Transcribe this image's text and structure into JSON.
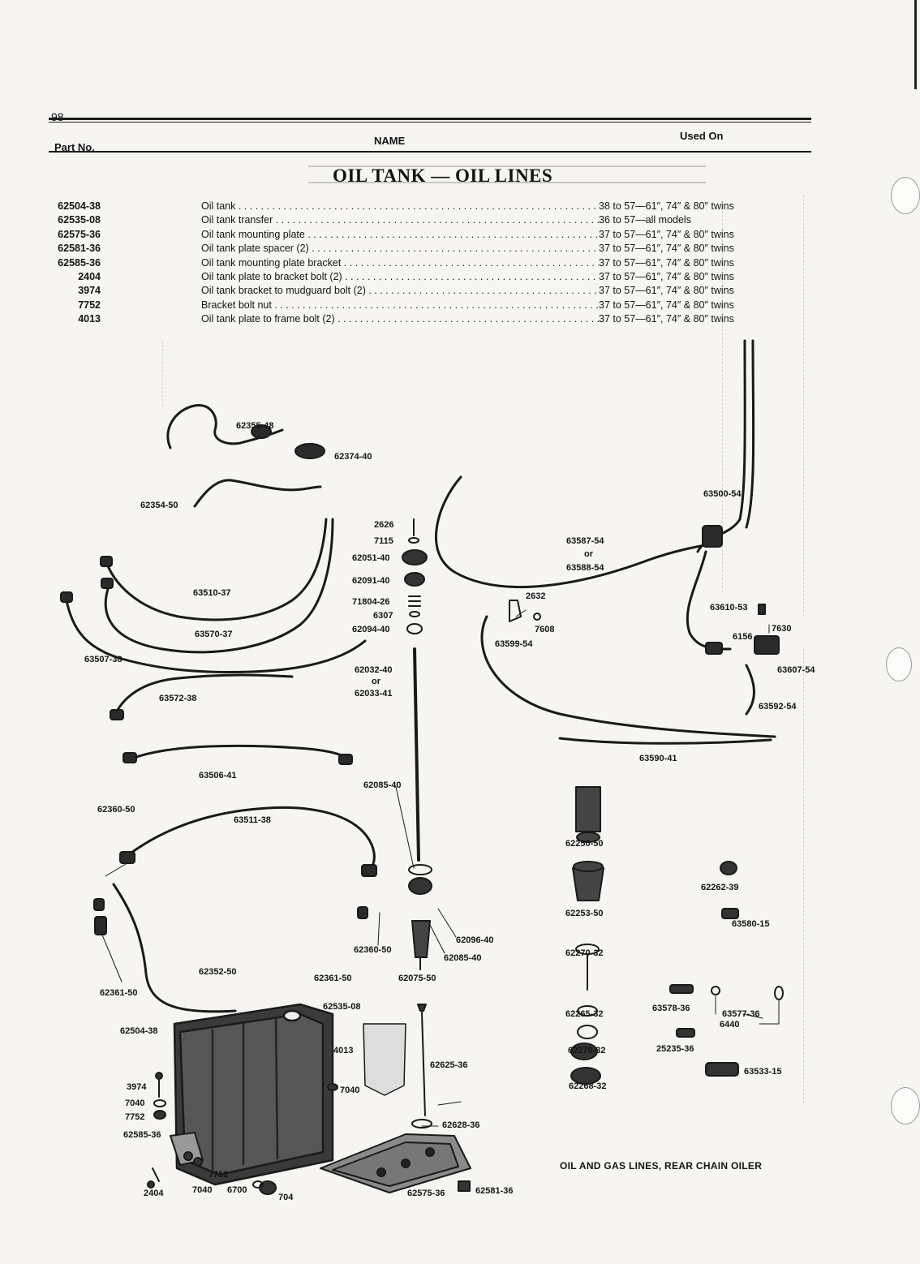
{
  "page": {
    "number": "98",
    "section_title": "OIL TANK — OIL LINES",
    "caption": "OIL AND GAS LINES, REAR CHAIN OILER"
  },
  "columns": {
    "part_no": "Part No.",
    "name": "NAME",
    "used_on": "Used On"
  },
  "parts_list": [
    {
      "part": "62504-38",
      "name": "Oil tank",
      "used_on": "38 to 57—61″, 74″ & 80″ twins"
    },
    {
      "part": "62535-08",
      "name": "Oil tank transfer",
      "used_on": "36 to 57—all models"
    },
    {
      "part": "62575-36",
      "name": "Oil tank mounting plate",
      "used_on": "37 to 57—61″, 74″ & 80″ twins"
    },
    {
      "part": "62581-36",
      "name": "Oil tank plate spacer (2)",
      "used_on": "37 to 57—61″, 74″ & 80″ twins"
    },
    {
      "part": "62585-36",
      "name": "Oil tank mounting plate bracket",
      "used_on": "37 to 57—61″, 74″ & 80″ twins"
    },
    {
      "part": "2404",
      "name": "Oil tank plate to bracket bolt (2)",
      "used_on": "37 to 57—61″, 74″ & 80″ twins"
    },
    {
      "part": "3974",
      "name": "Oil tank bracket to mudguard bolt (2)",
      "used_on": "37 to 57—61″, 74″ & 80″ twins"
    },
    {
      "part": "7752",
      "name": "Bracket bolt nut",
      "used_on": "37 to 57—61″, 74″ & 80″ twins"
    },
    {
      "part": "4013",
      "name": "Oil tank plate to frame bolt (2)",
      "used_on": "37 to 57—61″, 74″ & 80″ twins"
    }
  ],
  "diagram_labels": [
    {
      "id": "62355-48",
      "text": "62355-48"
    },
    {
      "id": "62374-40",
      "text": "62374-40"
    },
    {
      "id": "62354-50",
      "text": "62354-50"
    },
    {
      "id": "63510-37",
      "text": "63510-37"
    },
    {
      "id": "63570-37",
      "text": "63570-37"
    },
    {
      "id": "63507-38",
      "text": "63507-38"
    },
    {
      "id": "63572-38",
      "text": "63572-38"
    },
    {
      "id": "63506-41",
      "text": "63506-41"
    },
    {
      "id": "63511-38",
      "text": "63511-38"
    },
    {
      "id": "62360-50a",
      "text": "62360-50"
    },
    {
      "id": "62361-50a",
      "text": "62361-50"
    },
    {
      "id": "62352-50",
      "text": "62352-50"
    },
    {
      "id": "62361-50b",
      "text": "62361-50"
    },
    {
      "id": "62360-50b",
      "text": "62360-50"
    },
    {
      "id": "2626",
      "text": "2626"
    },
    {
      "id": "7115",
      "text": "7115"
    },
    {
      "id": "62051-40",
      "text": "62051-40"
    },
    {
      "id": "62091-40",
      "text": "62091-40"
    },
    {
      "id": "71804-26",
      "text": "71804-26"
    },
    {
      "id": "6307",
      "text": "6307"
    },
    {
      "id": "62094-40",
      "text": "62094-40"
    },
    {
      "id": "62032-40",
      "text": "62032-40"
    },
    {
      "id": "or-1",
      "text": "or"
    },
    {
      "id": "62033-41",
      "text": "62033-41"
    },
    {
      "id": "62085-40a",
      "text": "62085-40"
    },
    {
      "id": "62096-40",
      "text": "62096-40"
    },
    {
      "id": "62085-40b",
      "text": "62085-40"
    },
    {
      "id": "62075-50",
      "text": "62075-50"
    },
    {
      "id": "62535-08",
      "text": "62535-08"
    },
    {
      "id": "62504-38",
      "text": "62504-38"
    },
    {
      "id": "4013",
      "text": "4013"
    },
    {
      "id": "7040a",
      "text": "7040"
    },
    {
      "id": "62625-36",
      "text": "62625-36"
    },
    {
      "id": "62628-36",
      "text": "62628-36"
    },
    {
      "id": "3974",
      "text": "3974"
    },
    {
      "id": "7040b",
      "text": "7040"
    },
    {
      "id": "7752a",
      "text": "7752"
    },
    {
      "id": "62585-36",
      "text": "62585-36"
    },
    {
      "id": "7752b",
      "text": "7752"
    },
    {
      "id": "2404",
      "text": "2404"
    },
    {
      "id": "7040c",
      "text": "7040"
    },
    {
      "id": "6700",
      "text": "6700"
    },
    {
      "id": "704",
      "text": "704"
    },
    {
      "id": "62575-36",
      "text": "62575-36"
    },
    {
      "id": "62581-36",
      "text": "62581-36"
    },
    {
      "id": "63500-54",
      "text": "63500-54"
    },
    {
      "id": "63587-54",
      "text": "63587-54"
    },
    {
      "id": "or-2",
      "text": "or"
    },
    {
      "id": "63588-54",
      "text": "63588-54"
    },
    {
      "id": "2632",
      "text": "2632"
    },
    {
      "id": "7608",
      "text": "7608"
    },
    {
      "id": "63599-54",
      "text": "63599-54"
    },
    {
      "id": "63610-53",
      "text": "63610-53"
    },
    {
      "id": "7630",
      "text": "7630"
    },
    {
      "id": "6156",
      "text": "6156"
    },
    {
      "id": "63607-54",
      "text": "63607-54"
    },
    {
      "id": "63592-54",
      "text": "63592-54"
    },
    {
      "id": "63590-41",
      "text": "63590-41"
    },
    {
      "id": "62250-50",
      "text": "62250-50"
    },
    {
      "id": "62262-39",
      "text": "62262-39"
    },
    {
      "id": "62253-50",
      "text": "62253-50"
    },
    {
      "id": "63580-15",
      "text": "63580-15"
    },
    {
      "id": "62270-32a",
      "text": "62270-32"
    },
    {
      "id": "63578-36",
      "text": "63578-36"
    },
    {
      "id": "63577-36",
      "text": "63577-36"
    },
    {
      "id": "6440",
      "text": "6440"
    },
    {
      "id": "62265-32",
      "text": "62265-32"
    },
    {
      "id": "62270-32b",
      "text": "62270-32"
    },
    {
      "id": "25235-36",
      "text": "25235-36"
    },
    {
      "id": "63533-15",
      "text": "63533-15"
    },
    {
      "id": "62268-32",
      "text": "62268-32"
    }
  ]
}
